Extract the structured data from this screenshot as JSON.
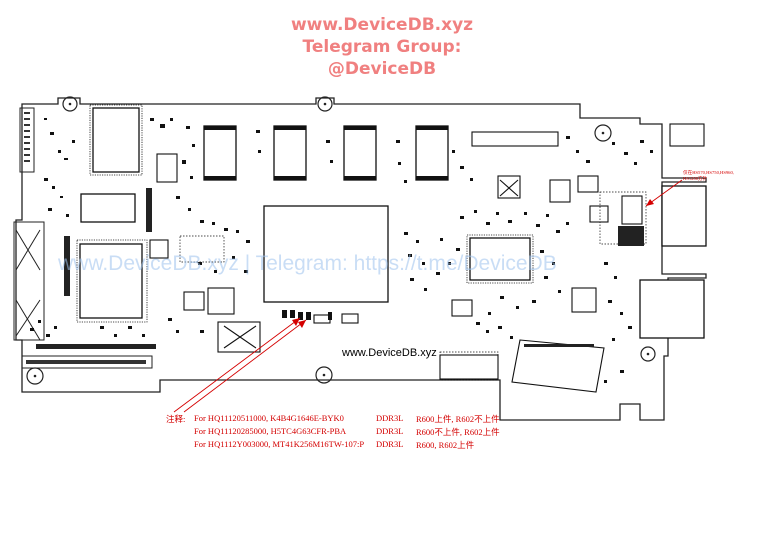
{
  "watermark": {
    "site": "www.DeviceDB.xyz",
    "group": "Telegram Group:",
    "handle": "@DeviceDB",
    "banner": "www.DeviceDB.xyz | Telegram: https://t.me/DeviceDB",
    "board_label": "www.DeviceDB.xyz"
  },
  "annotations": {
    "note_prefix": "注释:",
    "rows": [
      {
        "part": "For HQ11120511000, K4B4G1646E-BYK0",
        "type": "DDR3L",
        "config": "R600上件, R602不上件"
      },
      {
        "part": "For HQ11120285000, H5TC4G63CFR-PBA",
        "type": "DDR3L",
        "config": "R600不上件, R602上件"
      },
      {
        "part": "For HQ1112Y003000, MT41K256M16TW-107:P",
        "type": "DDR3L",
        "config": "R600, R602上件"
      }
    ],
    "side_note_lines": [
      "仅在HS570,HS750,HS960,",
      "HS1200方针"
    ]
  },
  "colors": {
    "board_outline": "#222222",
    "component": "#111111",
    "annotation": "#d40000",
    "watermark_top": "#f08080",
    "watermark_band": "#9ec3ee"
  }
}
